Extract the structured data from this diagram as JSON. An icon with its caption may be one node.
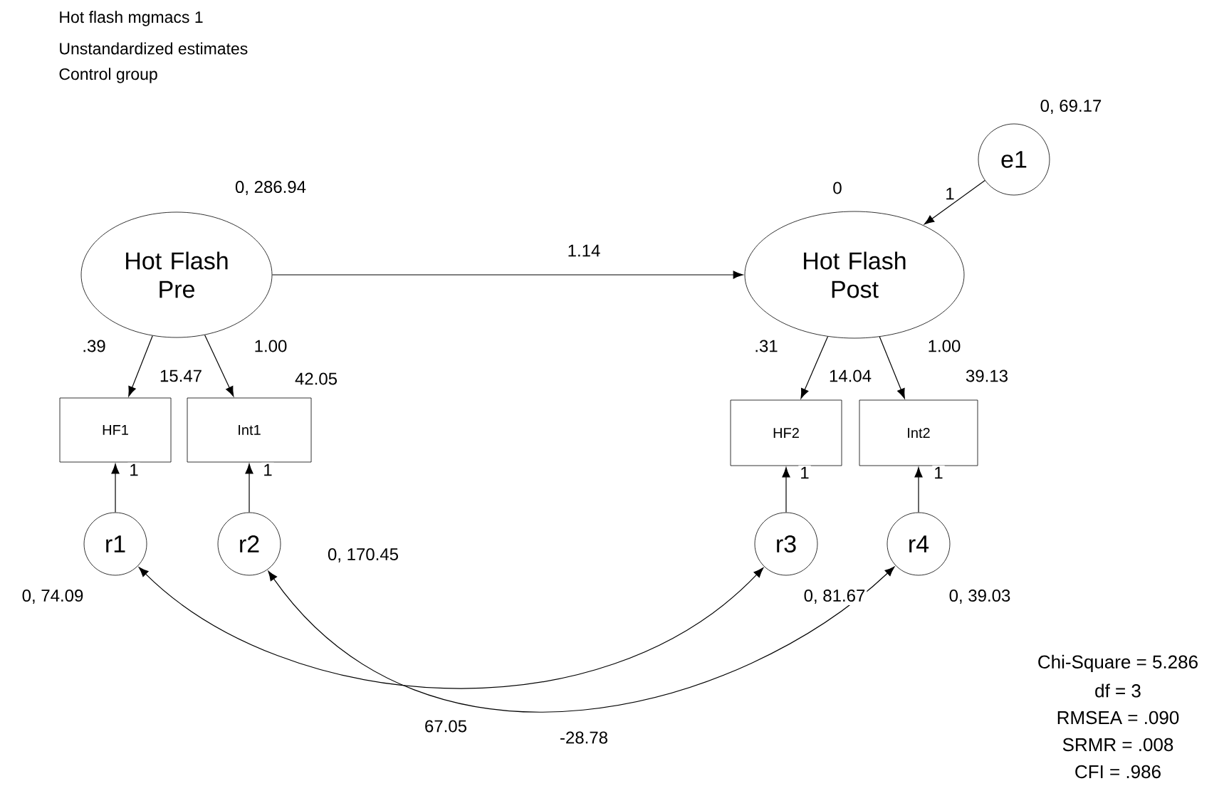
{
  "diagram": {
    "nodes": [
      {
        "text": [
          "Hot Flash Pre"
        ],
        "beside": [
          "0, 286.94"
        ]
      },
      {
        "text": [
          "Hot Flash Post"
        ],
        "beside": [
          "0"
        ]
      },
      {
        "text": [
          "e1"
        ],
        "beside": [
          "0, 69.17"
        ]
      },
      {
        "text": [
          "HF1"
        ],
        "beside": [
          "15.47"
        ]
      },
      {
        "text": [
          "Int1"
        ],
        "beside": [
          "42.05"
        ]
      },
      {
        "text": [
          "HF2"
        ],
        "beside": [
          "14.04"
        ]
      },
      {
        "text": [
          "Int2"
        ],
        "beside": [
          "39.13"
        ]
      },
      {
        "text": [
          "r1"
        ],
        "beside": [
          "0, 74.09"
        ]
      },
      {
        "text": [
          "r2"
        ],
        "beside": [
          "0, 170.45"
        ]
      },
      {
        "text": [
          "r3"
        ],
        "beside": [
          "0, 81.67"
        ]
      },
      {
        "text": [
          "r4"
        ],
        "beside": [
          "0, 39.03"
        ]
      }
    ],
    "edges": [
      {
        "from": 0,
        "to": 1,
        "arrow": "to",
        "label": "1.14"
      },
      {
        "from": 2,
        "to": 1,
        "arrow": "to",
        "label": "1"
      },
      {
        "from": 0,
        "to": 3,
        "arrow": "to",
        "label": ".39"
      },
      {
        "from": 0,
        "to": 4,
        "arrow": "to",
        "label": "1.00"
      },
      {
        "from": 1,
        "to": 5,
        "arrow": "to",
        "label": ".31"
      },
      {
        "from": 1,
        "to": 6,
        "arrow": "to",
        "label": "1.00"
      },
      {
        "from": 7,
        "to": 3,
        "arrow": "to",
        "label": "1"
      },
      {
        "from": 8,
        "to": 4,
        "arrow": "to",
        "label": "1"
      },
      {
        "from": 9,
        "to": 5,
        "arrow": "to",
        "label": "1"
      },
      {
        "from": 10,
        "to": 6,
        "arrow": "to",
        "label": "1"
      },
      {
        "from": 7,
        "to": 9,
        "arrow": "both",
        "label": "67.05"
      },
      {
        "from": 8,
        "to": 10,
        "arrow": "both",
        "label": "-28.78"
      }
    ],
    "labels": [
      "Hot flash mgmacs 1",
      "Unstandardized estimates",
      "Control group",
      "Chi-Square = 5.286",
      "df = 3",
      "RMSEA = .090",
      "SRMR = .008",
      "CFI = .986"
    ]
  }
}
